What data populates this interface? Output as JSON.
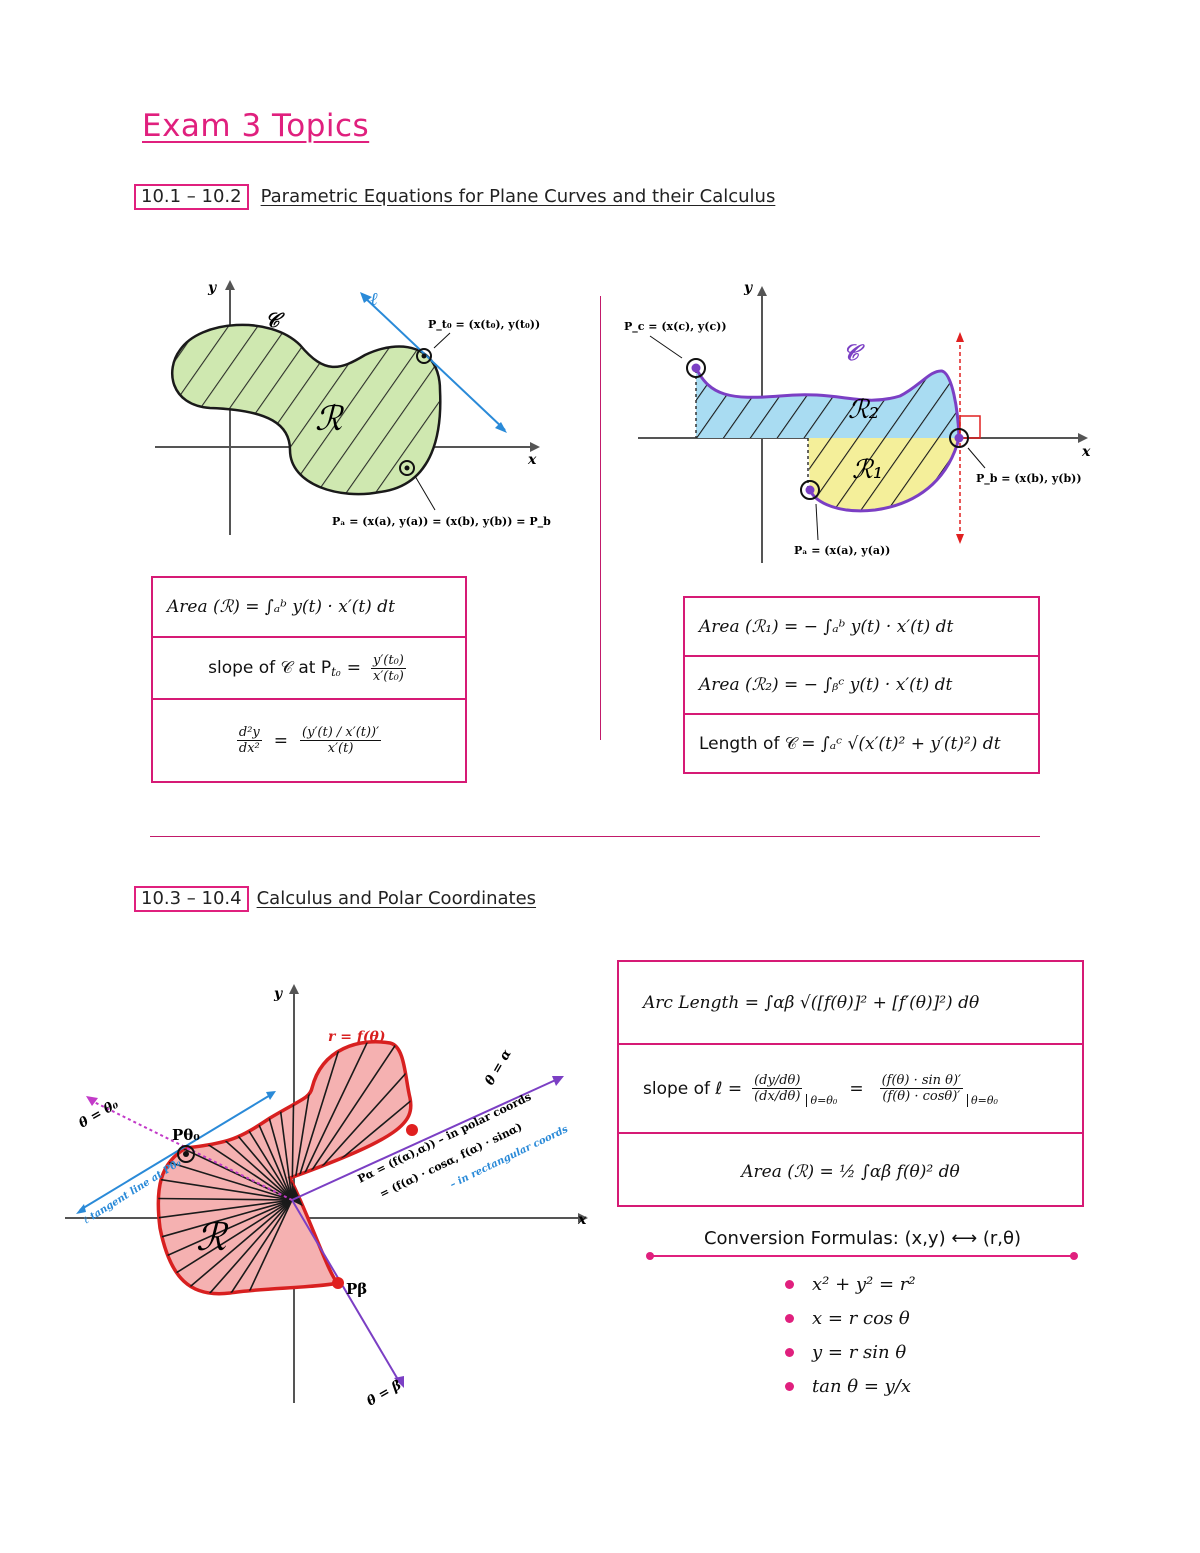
{
  "title": "Exam 3 Topics",
  "section1": {
    "number": "10.1 – 10.2",
    "title": "Parametric Equations for Plane Curves and their Calculus"
  },
  "section2": {
    "number": "10.3 – 10.4",
    "title": "Calculus and Polar Coordinates"
  },
  "fig1": {
    "x_axis": "x",
    "y_axis": "y",
    "curve": "𝒞",
    "region": "ℛ",
    "tangent": "ℓ",
    "pt0": "P_t₀ = (x(t₀), y(t₀))",
    "pa": "Pₐ = (x(a), y(a)) = (x(b), y(b)) = P_b"
  },
  "fig2": {
    "x_axis": "x",
    "y_axis": "y",
    "curve": "𝒞",
    "r1": "ℛ₁",
    "r2": "ℛ₂",
    "pc": "P_c = (x(c), y(c))",
    "pb": "P_b = (x(b), y(b))",
    "pa": "Pₐ = (x(a), y(a))"
  },
  "fig3": {
    "x_axis": "x",
    "y_axis": "y",
    "r_eq": "r = f(θ)",
    "theta0": "θ = θ₀",
    "alpha": "θ = α",
    "beta": "θ = β",
    "region": "ℛ",
    "ptheta": "Pθ₀",
    "pbeta": "Pβ",
    "tangent": "ℓ tangent line at Pθ₀",
    "pa_line1": "Pα = (f(α),α)) – in polar coords",
    "pa_line2": "= (f(α) · cosα, f(α) · sinα)",
    "pa_line3": "– in rectangular coords"
  },
  "box1": {
    "area": "Area (ℛ) = ∫ₐᵇ y(t) · x′(t) dt",
    "slope_label": "slope of 𝒞 at P",
    "slope_num": "y′(t₀)",
    "slope_den": "x′(t₀)",
    "d2_num": "d²y",
    "d2_den": "dx²",
    "d2_rhs_num": "(y′(t) / x′(t))′",
    "d2_rhs_den": "x′(t)"
  },
  "box2": {
    "area1": "Area (ℛ₁) = − ∫ₐᵇ y(t) · x′(t) dt",
    "area2": "Area (ℛ₂) = − ∫ᵦᶜ y(t) · x′(t) dt",
    "length_label": "Length of 𝒞",
    "length_expr": "= ∫ₐᶜ √(x′(t)² + y′(t)²) dt"
  },
  "box3": {
    "arc": "Arc Length = ∫αβ √([f(θ)]² + [f′(θ)]²) dθ",
    "slope_label": "slope of ℓ =",
    "slope_expr1_num": "(dy/dθ)",
    "slope_expr1_den": "(dx/dθ)",
    "slope_eval": "θ=θ₀",
    "slope_expr2_num": "(f(θ) · sin θ)′",
    "slope_expr2_den": "(f(θ) · cosθ)′",
    "area": "Area (ℛ) = ½ ∫αβ f(θ)² dθ"
  },
  "conversion": {
    "heading": "Conversion Formulas: (x,y) ⟷ (r,θ)",
    "items": [
      "x² + y² = r²",
      "x = r cos θ",
      "y = r sin θ",
      "tan θ = y/x"
    ]
  },
  "colors": {
    "accent": "#e0207e",
    "green_fill": "#cfe8b0",
    "blue_fill": "#a9dcf2",
    "yellow_fill": "#f4ef9a",
    "red_fill": "#f5b1b1",
    "purple": "#7b3fc4",
    "tangent_blue": "#2a8ad8"
  }
}
